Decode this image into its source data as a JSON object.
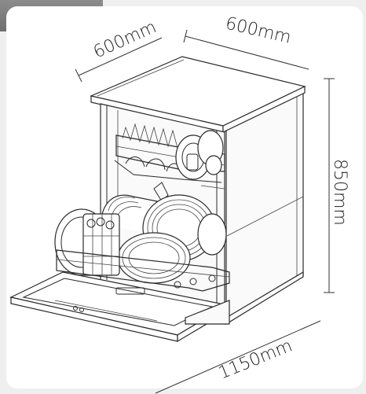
{
  "dimensions": {
    "depth": "600mm",
    "width": "600mm",
    "height": "850mm",
    "open_depth": "1150mm"
  },
  "colors": {
    "background": "#efefef",
    "card": "#ffffff",
    "line": "#2a2a2a"
  }
}
